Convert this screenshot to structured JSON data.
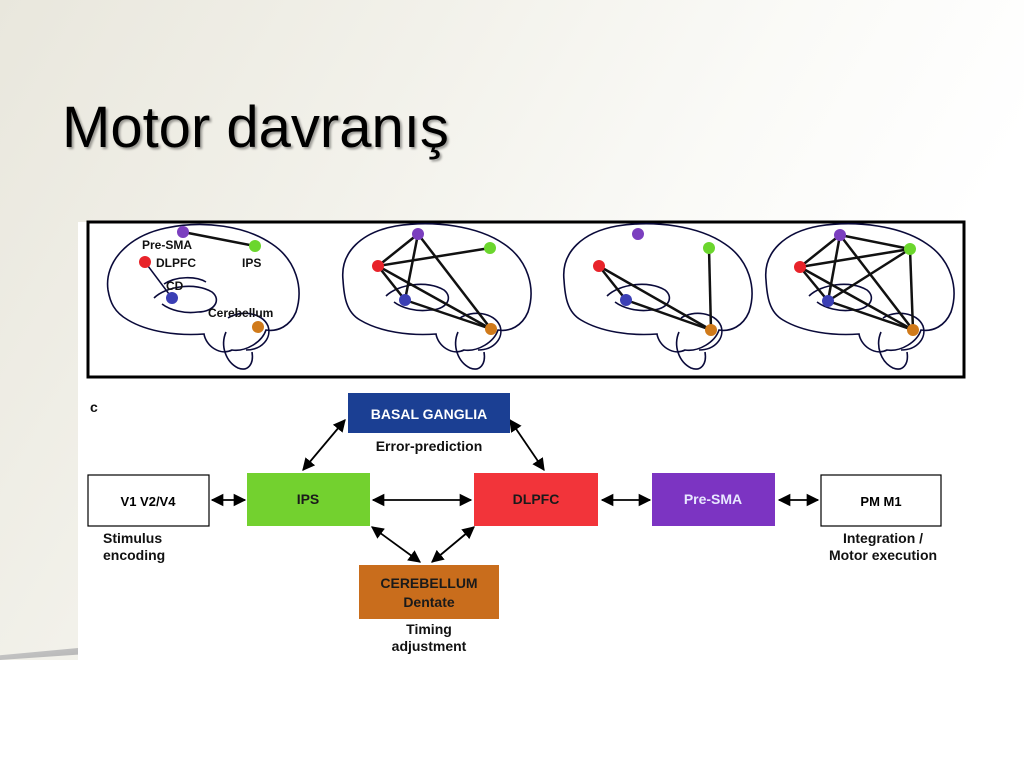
{
  "slide": {
    "title": "Motor davranış"
  },
  "colors": {
    "red_node": "#e8232a",
    "purple_node": "#7b3fbf",
    "green_node": "#6bd62d",
    "blue_node": "#3b3fb5",
    "orange_node": "#d07a1a",
    "basal_ganglia_box": "#1b3f93",
    "ips_box": "#73d12f",
    "dlpfc_box": "#f2343a",
    "presma_box": "#7c34c2",
    "cerebellum_box": "#c96d1c"
  },
  "brain_panel": {
    "labels": {
      "pre_sma": "Pre-SMA",
      "dlpfc": "DLPFC",
      "ips": "IPS",
      "cd": "CD",
      "cerebellum": "Cerebellum"
    }
  },
  "diagram": {
    "panel_letter": "c",
    "boxes": {
      "v1": "V1   V2/V4",
      "ips": "IPS",
      "dlpfc": "DLPFC",
      "presma": "Pre-SMA",
      "pm": "PM    M1",
      "basal_ganglia": "BASAL GANGLIA",
      "cerebellum_line1": "CEREBELLUM",
      "cerebellum_line2": "Dentate"
    },
    "captions": {
      "error_prediction": "Error-prediction",
      "stimulus_1": "Stimulus",
      "stimulus_2": "encoding",
      "integration_1": "Integration /",
      "integration_2": "Motor execution",
      "timing_1": "Timing",
      "timing_2": "adjustment"
    }
  }
}
